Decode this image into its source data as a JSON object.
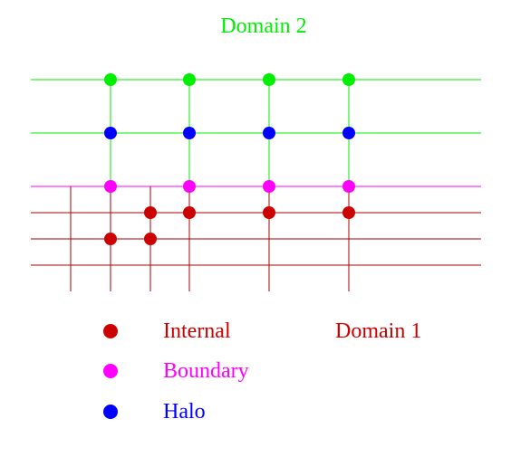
{
  "diagram": {
    "domain2_label": "Domain 2",
    "domain1_label": "Domain 1"
  },
  "legend": {
    "items": [
      {
        "label": "Internal",
        "color": "#cc0000"
      },
      {
        "label": "Boundary",
        "color": "#ff00ff"
      },
      {
        "label": "Halo",
        "color": "#0000ff"
      }
    ]
  },
  "colors": {
    "domain2": "#00ee00",
    "domain1": "#aa0000",
    "boundary": "#ff00ff",
    "halo": "#0000ff",
    "internal": "#cc0000"
  }
}
